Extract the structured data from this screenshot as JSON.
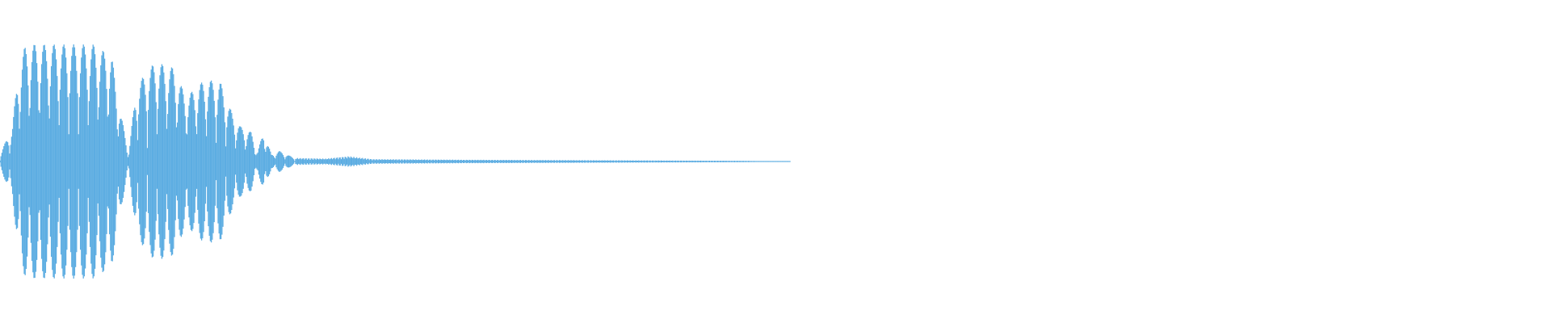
{
  "waveform": {
    "color": "#5dade2",
    "background": "#ffffff",
    "envelope": [
      {
        "t": 0.0,
        "a": 0.06
      },
      {
        "t": 0.004,
        "a": 0.18
      },
      {
        "t": 0.008,
        "a": 0.3
      },
      {
        "t": 0.012,
        "a": 0.8
      },
      {
        "t": 0.016,
        "a": 0.98
      },
      {
        "t": 0.02,
        "a": 1.0
      },
      {
        "t": 0.04,
        "a": 1.0
      },
      {
        "t": 0.06,
        "a": 1.0
      },
      {
        "t": 0.072,
        "a": 0.9
      },
      {
        "t": 0.078,
        "a": 0.4
      },
      {
        "t": 0.083,
        "a": 0.08
      },
      {
        "t": 0.088,
        "a": 0.65
      },
      {
        "t": 0.1,
        "a": 0.85
      },
      {
        "t": 0.112,
        "a": 0.8
      },
      {
        "t": 0.12,
        "a": 0.55
      },
      {
        "t": 0.132,
        "a": 0.7
      },
      {
        "t": 0.142,
        "a": 0.68
      },
      {
        "t": 0.15,
        "a": 0.4
      },
      {
        "t": 0.155,
        "a": 0.3
      },
      {
        "t": 0.162,
        "a": 0.25
      },
      {
        "t": 0.166,
        "a": 0.08
      },
      {
        "t": 0.17,
        "a": 0.26
      },
      {
        "t": 0.175,
        "a": 0.06
      },
      {
        "t": 0.18,
        "a": 0.09
      },
      {
        "t": 0.19,
        "a": 0.03
      },
      {
        "t": 0.21,
        "a": 0.025
      },
      {
        "t": 0.225,
        "a": 0.045
      },
      {
        "t": 0.24,
        "a": 0.02
      },
      {
        "t": 0.3,
        "a": 0.015
      },
      {
        "t": 0.4,
        "a": 0.01
      },
      {
        "t": 0.48,
        "a": 0.006
      },
      {
        "t": 0.5,
        "a": 0.002
      },
      {
        "t": 0.51,
        "a": 0.0
      }
    ],
    "oscillation_cycles": 30
  }
}
